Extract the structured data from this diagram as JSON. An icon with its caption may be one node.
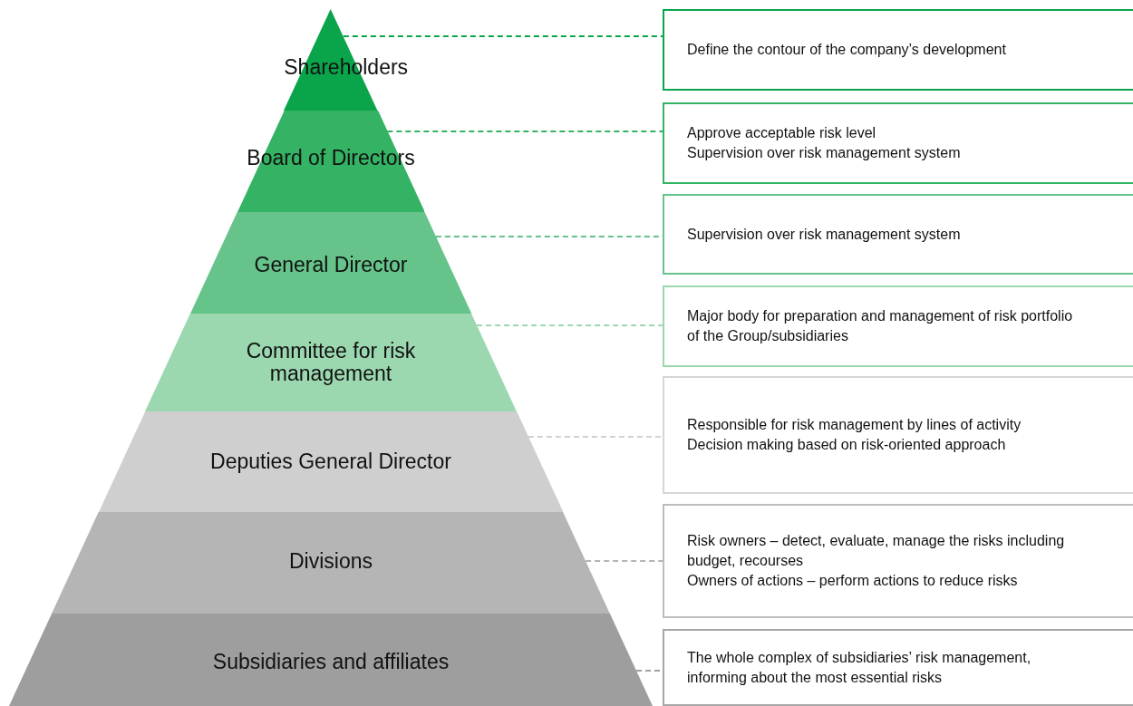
{
  "diagram": {
    "nodes": [
      {
        "text": [
          "Shareholders"
        ]
      },
      {
        "text": [
          "Board of Directors"
        ]
      },
      {
        "text": [
          "General Director"
        ]
      },
      {
        "text": [
          "Committee for risk management"
        ]
      },
      {
        "text": [
          "Deputies General Director"
        ]
      },
      {
        "text": [
          "Divisions"
        ]
      },
      {
        "text": [
          "Subsidiaries and affiliates"
        ]
      },
      {
        "text": [
          "Define the contour of the company’s development"
        ]
      },
      {
        "text": [
          "Approve acceptable risk level",
          "Supervision over risk management system"
        ]
      },
      {
        "text": [
          "Supervision over risk management system"
        ]
      },
      {
        "text": [
          "Major body for preparation and management of risk portfolio of the Group/subsidiaries"
        ]
      },
      {
        "text": [
          "Responsible for risk management by lines of activity",
          "Decision making based on risk-oriented approach"
        ]
      },
      {
        "text": [
          "Risk owners – detect, evaluate, manage the risks including budget, recourses",
          "Owners of actions – perform actions to reduce risks"
        ]
      },
      {
        "text": [
          "The whole complex of subsidiaries’ risk management, informing about the most essential risks"
        ]
      }
    ],
    "edges": [
      {
        "from": 0,
        "to": 7,
        "arrow": "none",
        "style": "dashed",
        "color": "#0aa54b"
      },
      {
        "from": 1,
        "to": 8,
        "arrow": "none",
        "style": "dashed",
        "color": "#33b363"
      },
      {
        "from": 2,
        "to": 9,
        "arrow": "none",
        "style": "dashed",
        "color": "#66c38a"
      },
      {
        "from": 3,
        "to": 10,
        "arrow": "none",
        "style": "dashed",
        "color": "#9bd8b0"
      },
      {
        "from": 4,
        "to": 11,
        "arrow": "none",
        "style": "dashed",
        "color": "#d2d2d2"
      },
      {
        "from": 5,
        "to": 12,
        "arrow": "none",
        "style": "dashed",
        "color": "#b5b5b5"
      },
      {
        "from": 6,
        "to": 13,
        "arrow": "none",
        "style": "dashed",
        "color": "#a0a0a0"
      }
    ]
  }
}
